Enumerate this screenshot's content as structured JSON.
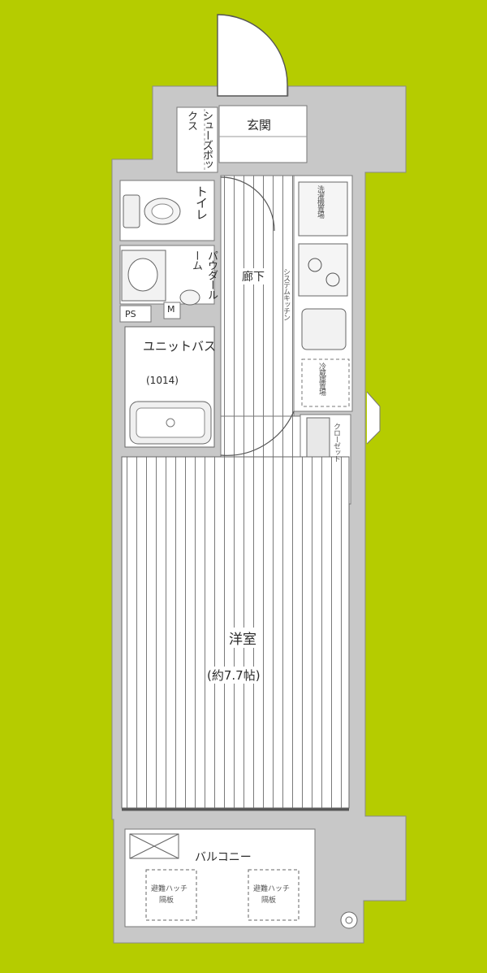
{
  "background_color": "#b5cc00",
  "wall_color": "#c8c8c8",
  "floor_color": "#ffffff",
  "rooms": {
    "entrance": "玄関",
    "shoe_box": "シューズボックス",
    "toilet": "トイレ",
    "powder_room": "パウダールーム",
    "ps": "PS",
    "m": "M",
    "unit_bath": "ユニットバス",
    "unit_bath_size": "(1014)",
    "corridor": "廊下",
    "kitchen": "システムキッチン",
    "washer": "洗濯機置場",
    "fridge": "冷蔵庫置場",
    "closet": "クローゼット",
    "western_room": "洋室",
    "western_room_size": "(約7.7帖)",
    "balcony": "バルコニー",
    "hatch_1": "避難ハッチ",
    "hatch_1_sub": "隔板",
    "hatch_2": "避難ハッチ",
    "hatch_2_sub": "隔板"
  }
}
